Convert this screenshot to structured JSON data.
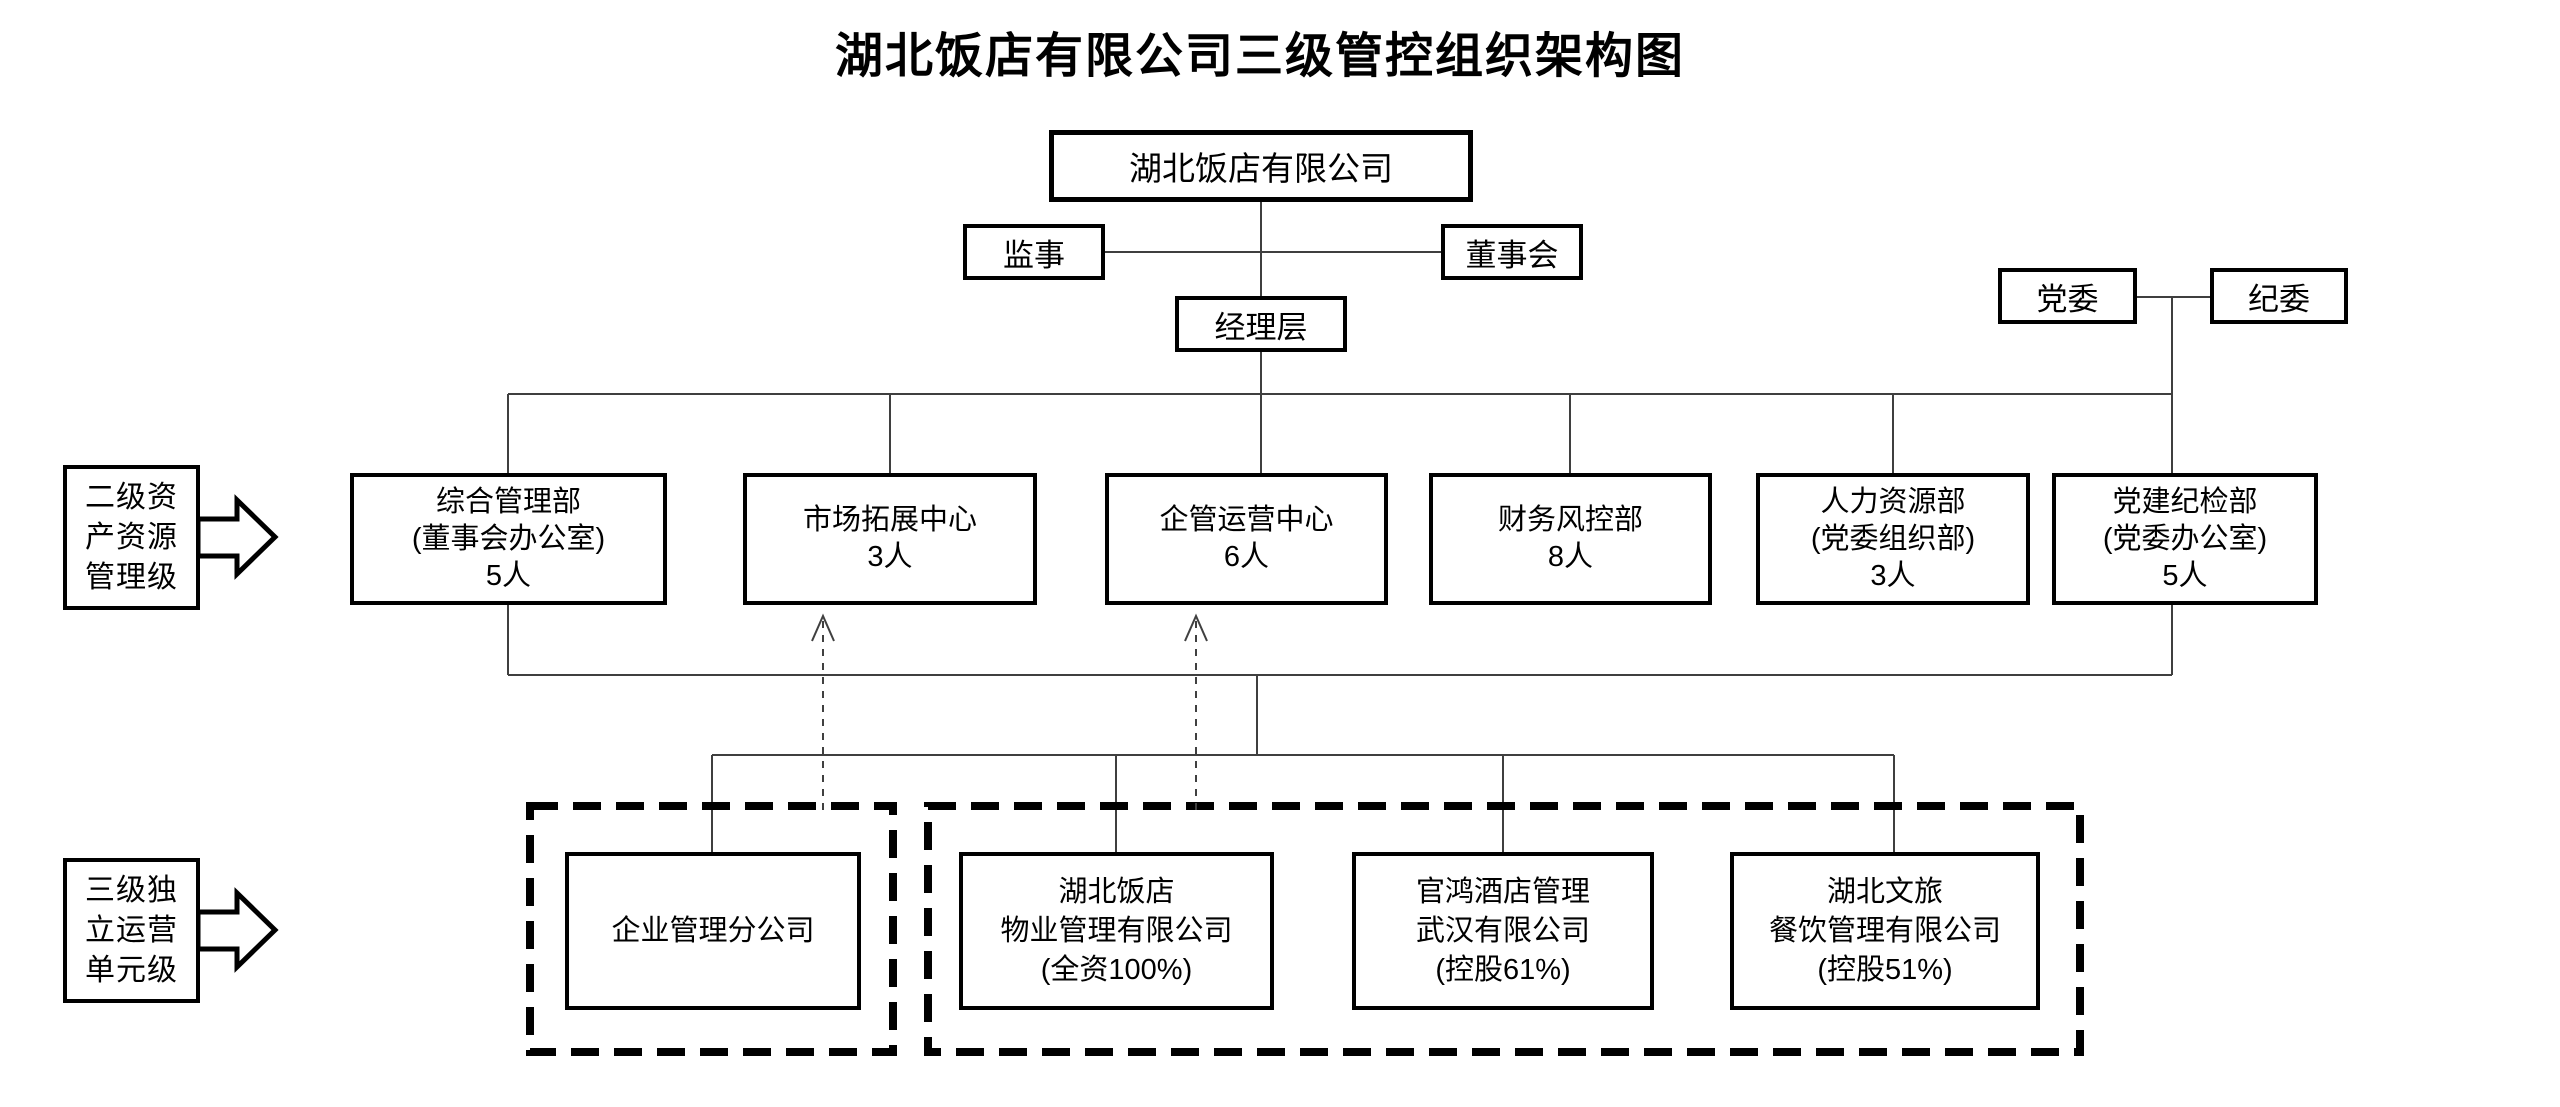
{
  "title": "湖北饭店有限公司三级管控组织架构图",
  "colors": {
    "box_border": "#000000",
    "connector": "#3f3f3f",
    "background": "#ffffff"
  },
  "nodes": {
    "root": {
      "label": "湖北饭店有限公司"
    },
    "supervisor": {
      "label": "监事"
    },
    "board": {
      "label": "董事会"
    },
    "management": {
      "label": "经理层"
    },
    "party_committee": {
      "label": "党委"
    },
    "discipline_committee": {
      "label": "纪委"
    }
  },
  "side_labels": [
    {
      "lines": [
        "二级资",
        "产资源",
        "管理级"
      ]
    },
    {
      "lines": [
        "三级独",
        "立运营",
        "单元级"
      ]
    }
  ],
  "level2": [
    {
      "lines": [
        "综合管理部",
        "(董事会办公室)",
        "5人"
      ]
    },
    {
      "lines": [
        "市场拓展中心",
        "3人"
      ]
    },
    {
      "lines": [
        "企管运营中心",
        "6人"
      ]
    },
    {
      "lines": [
        "财务风控部",
        "8人"
      ]
    },
    {
      "lines": [
        "人力资源部",
        "(党委组织部)",
        "3人"
      ]
    },
    {
      "lines": [
        "党建纪检部",
        "(党委办公室)",
        "5人"
      ]
    }
  ],
  "level3": [
    {
      "lines": [
        "企业管理分公司"
      ]
    },
    {
      "lines": [
        "湖北饭店",
        "物业管理有限公司",
        "(全资100%)"
      ]
    },
    {
      "lines": [
        "官鸿酒店管理",
        "武汉有限公司",
        "(控股61%)"
      ]
    },
    {
      "lines": [
        "湖北文旅",
        "餐饮管理有限公司",
        "(控股51%)"
      ]
    }
  ]
}
